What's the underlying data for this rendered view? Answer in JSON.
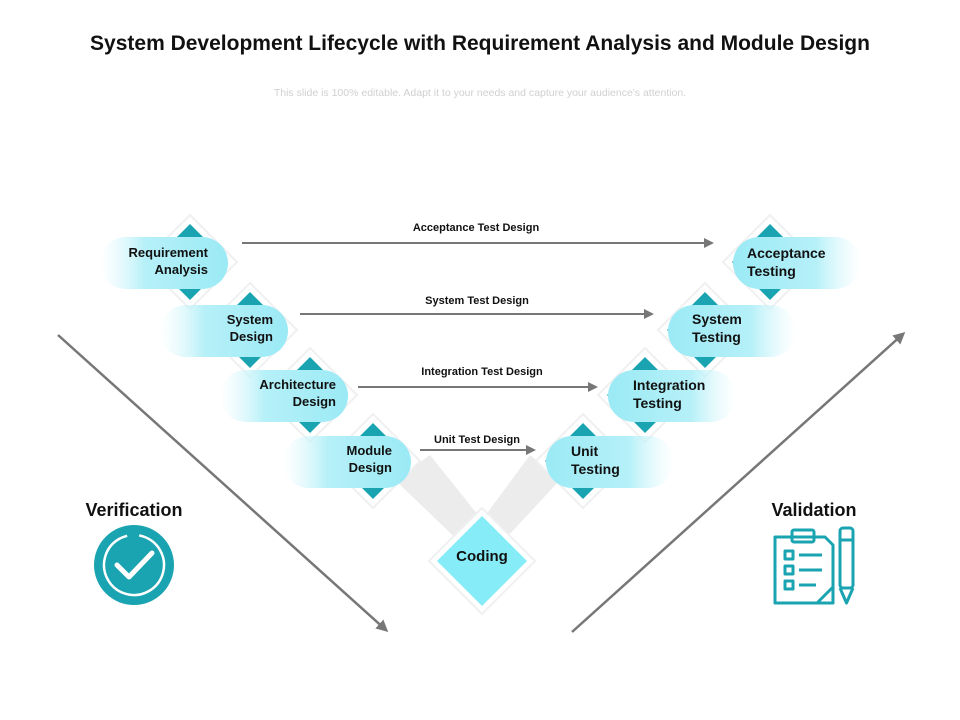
{
  "title": "System Development Lifecycle with Requirement Analysis and Module Design",
  "subtitle": "This slide is 100% editable. Adapt it to your needs and capture your audience's attention.",
  "left_stages": [
    {
      "line1": "Requirement",
      "line2": "Analysis"
    },
    {
      "line1": "System",
      "line2": "Design"
    },
    {
      "line1": "Architecture",
      "line2": "Design"
    },
    {
      "line1": "Module",
      "line2": "Design"
    }
  ],
  "right_stages": [
    {
      "line1": "Acceptance",
      "line2": "Testing"
    },
    {
      "line1": "System",
      "line2": "Testing"
    },
    {
      "line1": "Integration",
      "line2": "Testing"
    },
    {
      "line1": "Unit",
      "line2": "Testing"
    }
  ],
  "arrows": [
    "Acceptance Test Design",
    "System Test Design",
    "Integration Test Design",
    "Unit Test Design"
  ],
  "coding_label": "Coding",
  "verification": {
    "label": "Verification",
    "icon": "check-circle-icon"
  },
  "validation": {
    "label": "Validation",
    "icon": "clipboard-checklist-icon"
  },
  "colors": {
    "teal": "#1aa3b0",
    "teal_dark": "#138a96",
    "cyan_light": "#7fe8f5",
    "arrow_gray": "#777777"
  }
}
